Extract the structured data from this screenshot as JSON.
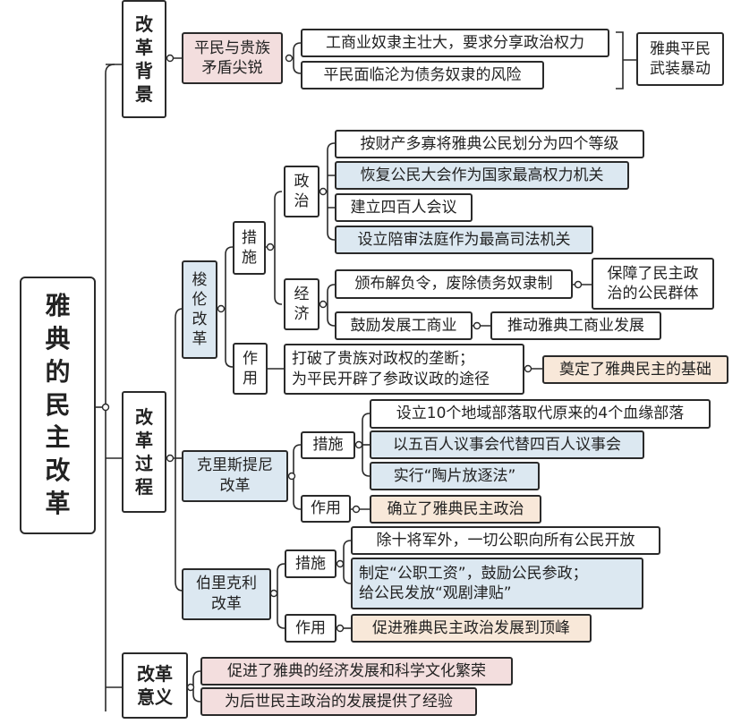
{
  "title": "雅\n典\n的\n民\n主\n改\n革",
  "background": {
    "label": "改\n革\n背\n景",
    "cause": "平民与贵族\n矛盾尖锐",
    "items": [
      "工商业奴隶主壮大，要求分享政治权力",
      "平民面临沦为债务奴隶的风险"
    ],
    "result": "雅典平民\n武装暴动"
  },
  "process": {
    "label": "改\n革\n过\n程",
    "solon": {
      "label": "梭\n伦\n改\n革",
      "measures_label": "措\n施",
      "politics_label": "政\n治",
      "politics": [
        "按财产多寡将雅典公民划分为四个等级",
        "恢复公民大会作为国家最高权力机关",
        "建立四百人会议",
        "设立陪审法庭作为最高司法机关"
      ],
      "economy_label": "经\n济",
      "economy": [
        "颁布解负令，废除债务奴隶制",
        "鼓励发展工商业"
      ],
      "economy_results": [
        "保障了民主政\n治的公民群体",
        "推动雅典工商业发展"
      ],
      "effect_label": "作\n用",
      "effect": "打破了贵族对政权的垄断；\n为平民开辟了参政议政的途径",
      "effect_result": "奠定了雅典民主的基础"
    },
    "cleisthenes": {
      "label": "克里斯提尼\n改革",
      "measures_label": "措施",
      "measures": [
        "设立10个地域部落取代原来的4个血缘部落",
        "以五百人议事会代替四百人议事会",
        "实行“陶片放逐法”"
      ],
      "effect_label": "作用",
      "effect": "确立了雅典民主政治"
    },
    "pericles": {
      "label": "伯里克利\n改革",
      "measures_label": "措施",
      "measures": [
        "除十将军外，一切公职向所有公民开放",
        "制定“公职工资”，鼓励公民参政；\n给公民发放“观剧津贴”"
      ],
      "effect_label": "作用",
      "effect": "促进雅典民主政治发展到顶峰"
    }
  },
  "significance": {
    "label": "改革\n意义",
    "items": [
      "促进了雅典的经济发展和科学文化繁荣",
      "为后世民主政治的发展提供了经验"
    ]
  },
  "colors": {
    "line": "#2a2a2a",
    "blue_fill": "#dce8f1",
    "peach_fill": "#f8e8d9",
    "pink_fill": "#f3dede"
  }
}
